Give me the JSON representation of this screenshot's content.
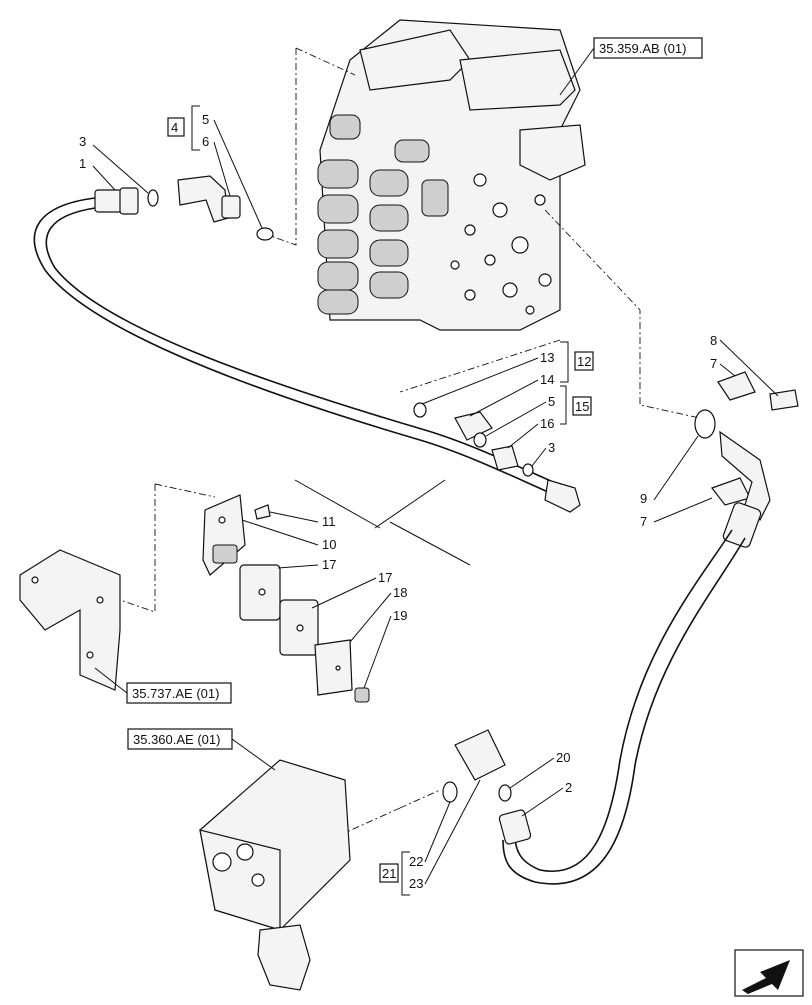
{
  "references": {
    "valve": "35.359.AB (01)",
    "bracket": "35.737.AE (01)",
    "block": "35.360.AE (01)"
  },
  "groups": {
    "g4": "4",
    "g12": "12",
    "g15": "15",
    "g21": "21"
  },
  "callouts": {
    "c1": "1",
    "c2": "2",
    "c3a": "3",
    "c3b": "3",
    "c5a": "5",
    "c5b": "5",
    "c6": "6",
    "c7a": "7",
    "c7b": "7",
    "c8": "8",
    "c9": "9",
    "c10": "10",
    "c11": "11",
    "c13": "13",
    "c14": "14",
    "c16": "16",
    "c17a": "17",
    "c17b": "17",
    "c18": "18",
    "c19": "19",
    "c20": "20",
    "c22": "22",
    "c23": "23"
  }
}
